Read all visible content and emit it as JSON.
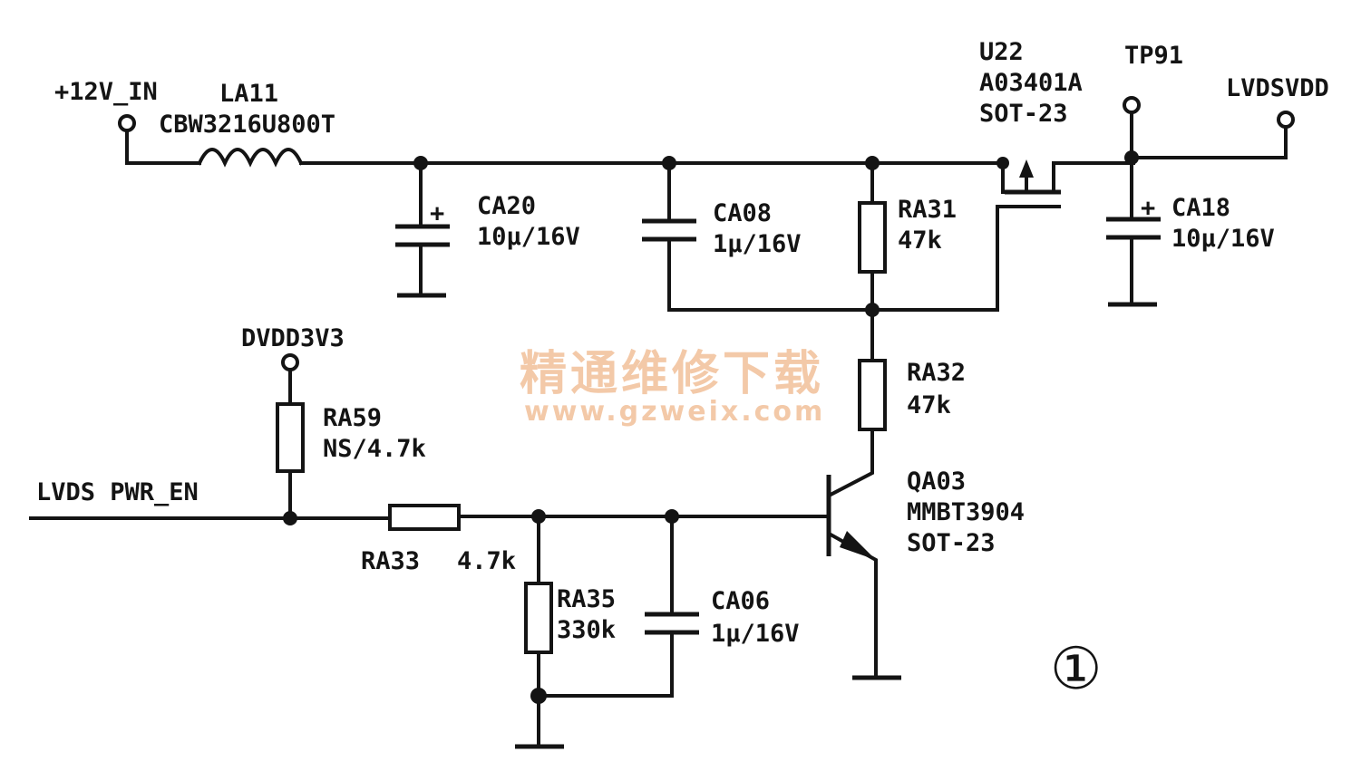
{
  "nets": {
    "v12_in": "+12V_IN",
    "dvdd3v3": "DVDD3V3",
    "lvds_pwr_en": "LVDS PWR_EN",
    "lvdsvdd": "LVDSVDD",
    "tp91": "TP91"
  },
  "components": {
    "la11": {
      "ref": "LA11",
      "value": "CBW3216U800T"
    },
    "ca20": {
      "ref": "CA20",
      "value": "10μ/16V",
      "polarity": "+"
    },
    "ca08": {
      "ref": "CA08",
      "value": "1μ/16V"
    },
    "ra31": {
      "ref": "RA31",
      "value": "47k"
    },
    "u22": {
      "ref": "U22",
      "part": "A03401A",
      "package": "SOT-23"
    },
    "ca18": {
      "ref": "CA18",
      "value": "10μ/16V",
      "polarity": "+"
    },
    "ra32": {
      "ref": "RA32",
      "value": "47k"
    },
    "ra59": {
      "ref": "RA59",
      "value": "NS/4.7k"
    },
    "ra33": {
      "ref": "RA33",
      "value": "4.7k"
    },
    "ra35": {
      "ref": "RA35",
      "value": "330k"
    },
    "ca06": {
      "ref": "CA06",
      "value": "1μ/16V"
    },
    "qa03": {
      "ref": "QA03",
      "part": "MMBT3904",
      "package": "SOT-23"
    }
  },
  "figure_number": "①",
  "watermark": {
    "cn": "精通维修下载",
    "url": "www.gzweix.com"
  },
  "colors": {
    "ink": "#141414",
    "watermark": "#f3c9a8"
  }
}
